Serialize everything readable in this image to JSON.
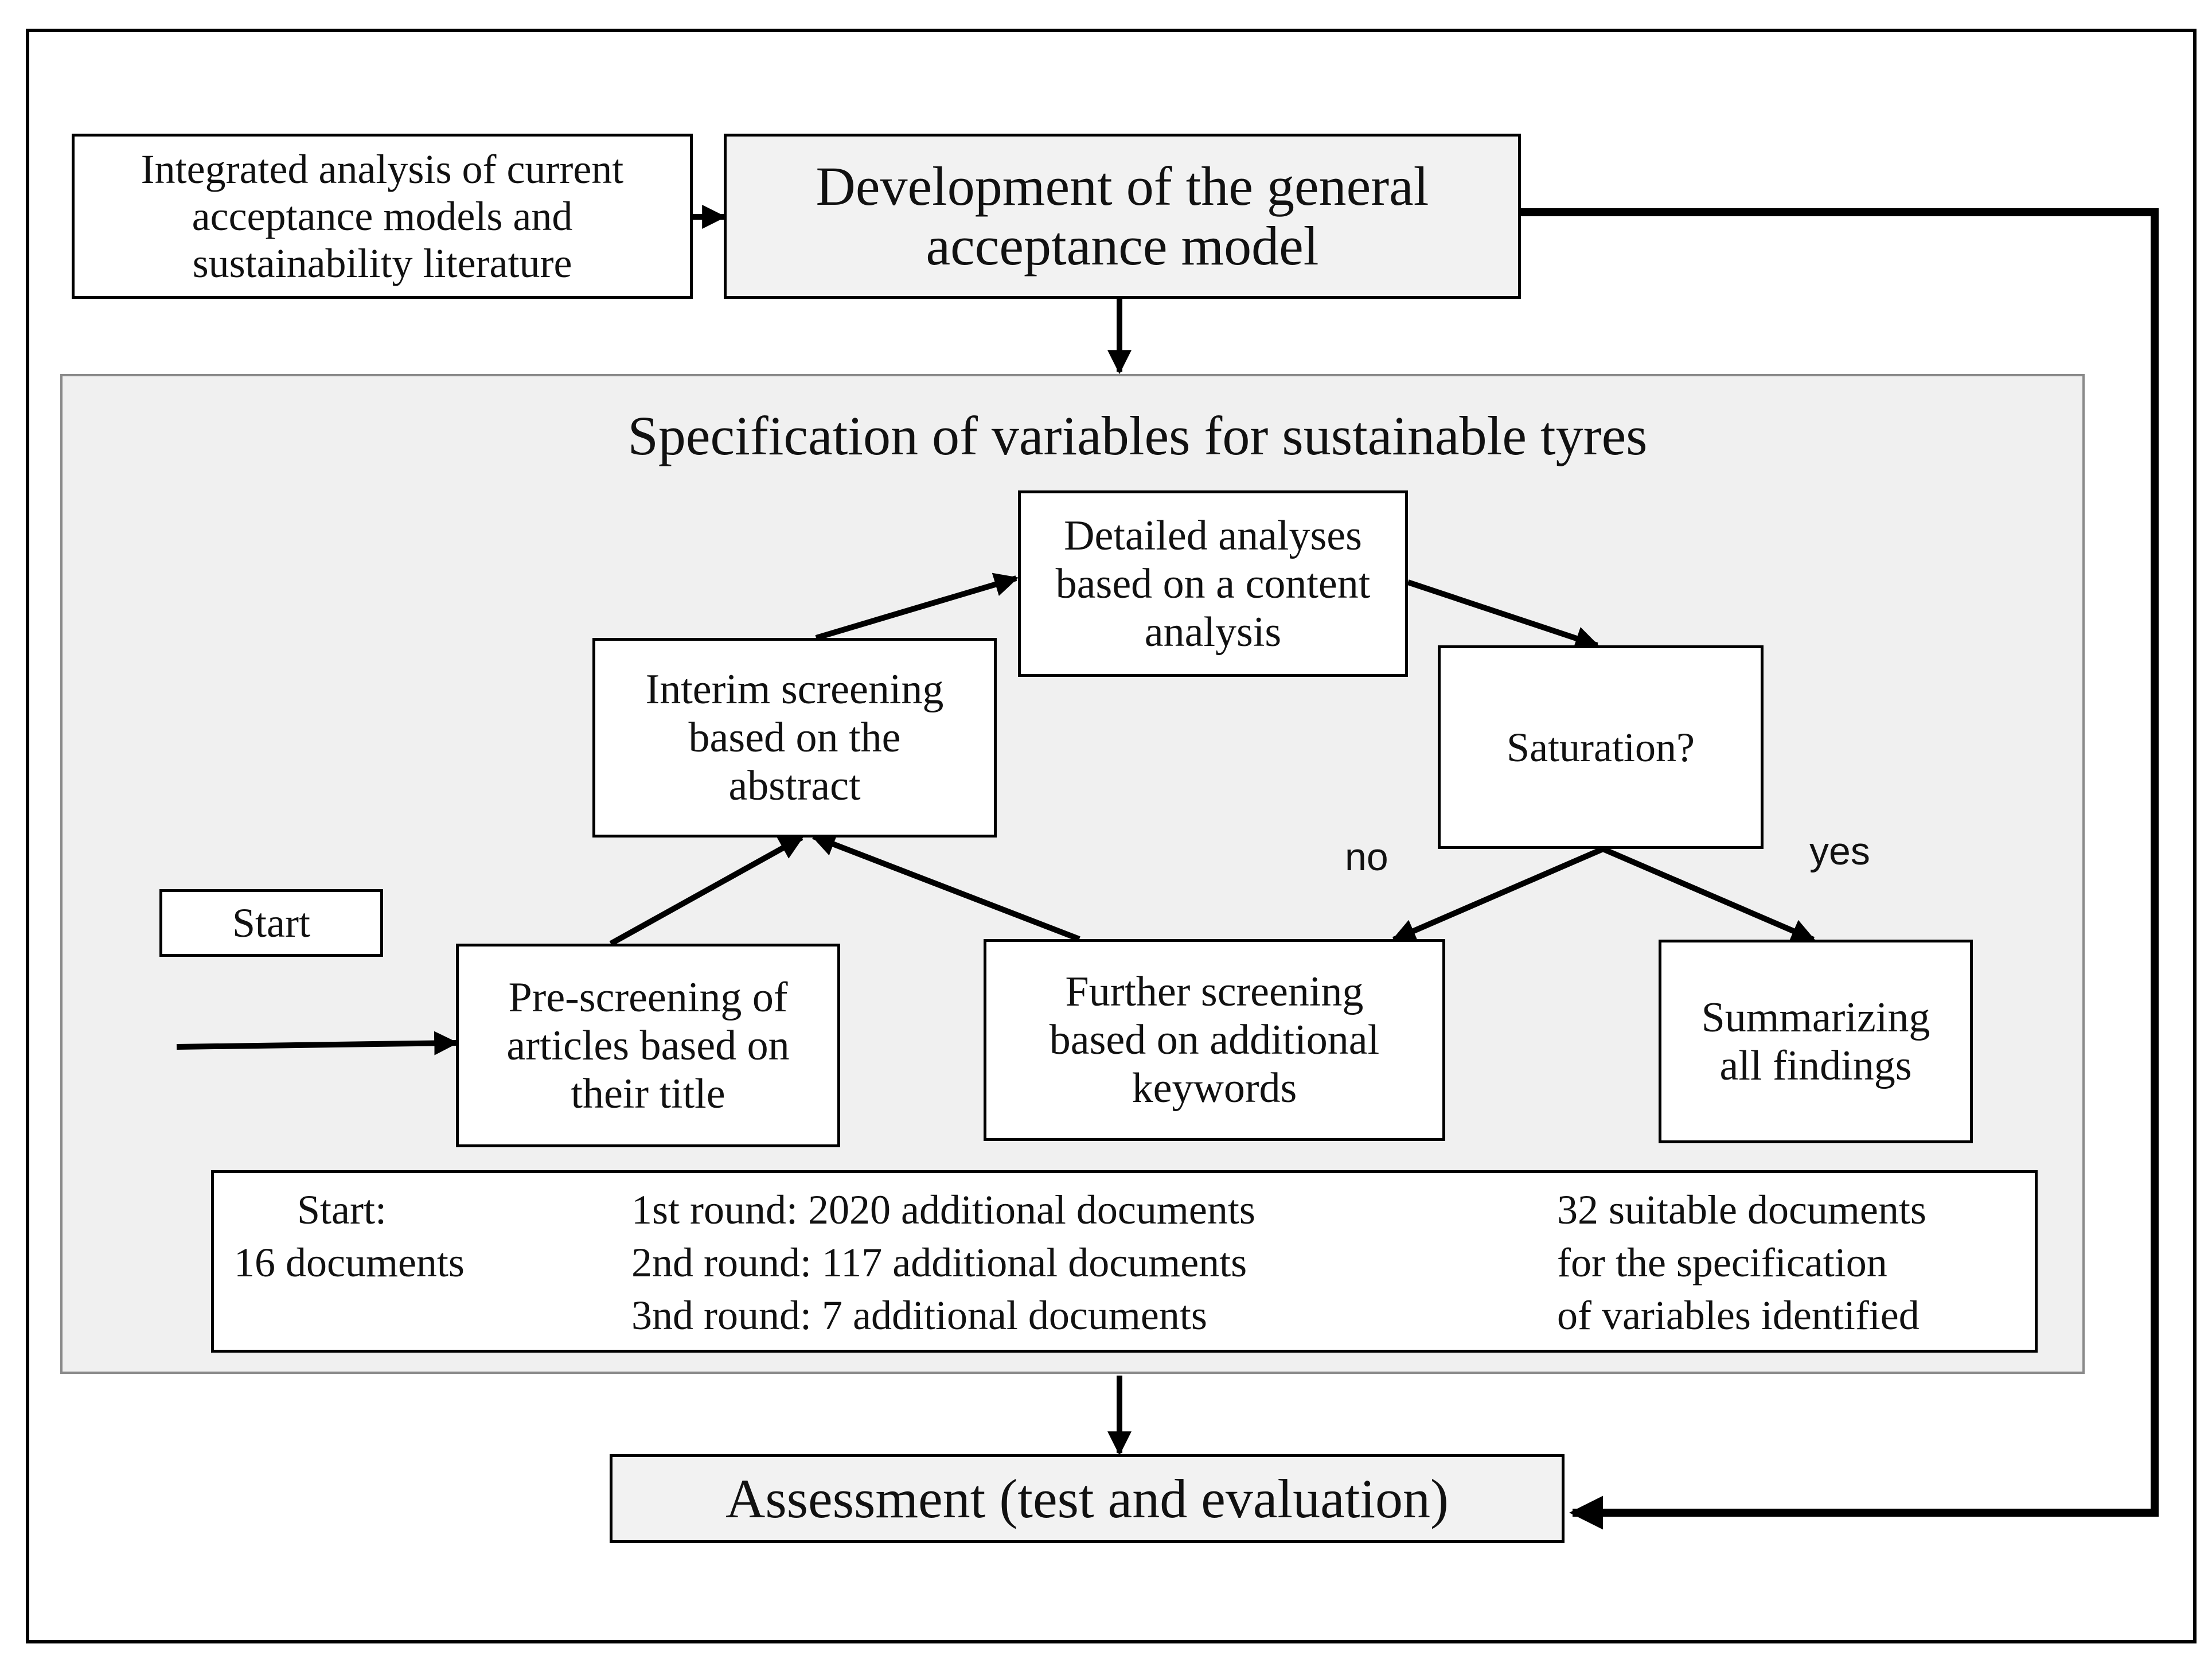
{
  "integrated_box": {
    "lines": [
      "Integrated analysis of current",
      "acceptance models and",
      "sustainability literature"
    ]
  },
  "development_box": {
    "lines": [
      "Development of the general",
      "acceptance model"
    ]
  },
  "spec_section": {
    "title": "Specification of variables for sustainable tyres"
  },
  "detailed_box": {
    "lines": [
      "Detailed analyses",
      "based on a content",
      "analysis"
    ]
  },
  "interim_box": {
    "lines": [
      "Interim screening",
      "based on the",
      "abstract"
    ]
  },
  "saturation_box": {
    "label": "Saturation?"
  },
  "start_box": {
    "label": "Start"
  },
  "prescreening_box": {
    "lines": [
      "Pre-screening of",
      "articles based on",
      "their title"
    ]
  },
  "further_box": {
    "lines": [
      "Further screening",
      "based on additional",
      "keywords"
    ]
  },
  "summarizing_box": {
    "lines": [
      "Summarizing",
      "all findings"
    ]
  },
  "branch_labels": {
    "no": "no",
    "yes": "yes"
  },
  "counts_box": {
    "start_col": [
      "Start:",
      "16 documents"
    ],
    "rounds_col": [
      "1st round: 2020 additional documents",
      "2nd round: 117 additional documents",
      "3nd round: 7 additional documents"
    ],
    "result_col": [
      "32 suitable documents",
      "for the specification",
      "of variables identified"
    ]
  },
  "assessment_box": {
    "label": "Assessment (test and evaluation)"
  }
}
